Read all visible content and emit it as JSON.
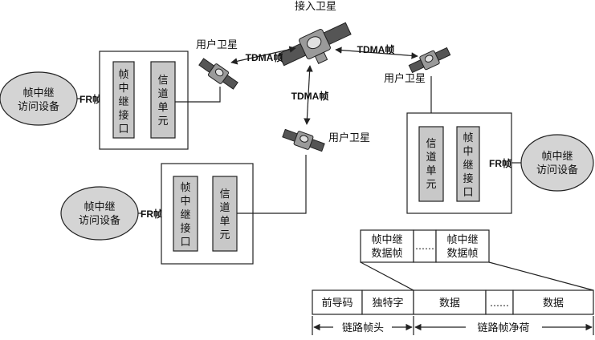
{
  "satellites": {
    "access": "接入卫星",
    "user_left": "用户卫星",
    "user_right": "用户卫星",
    "user_center": "用户卫星"
  },
  "links": {
    "tdma_left": "TDMA帧",
    "tdma_right": "TDMA帧",
    "tdma_center": "TDMA帧",
    "fr_top_left": "FR帧",
    "fr_right": "FR帧",
    "fr_bottom_left": "FR帧"
  },
  "devices": {
    "top_left": [
      "帧中继",
      "访问设备"
    ],
    "right": [
      "帧中继",
      "访问设备"
    ],
    "bottom_left": [
      "帧中继",
      "访问设备"
    ]
  },
  "units": {
    "fr_interface": [
      "帧",
      "中",
      "继",
      "接",
      "口"
    ],
    "channel_unit": [
      "信",
      "道",
      "单",
      "元"
    ]
  },
  "frame_top": {
    "cell1": [
      "帧中继",
      "数据帧"
    ],
    "ellipsis": "……",
    "cell2": [
      "帧中继",
      "数据帧"
    ]
  },
  "frame_bottom": {
    "preamble": "前导码",
    "unique_word": "独特字",
    "data1": "数据",
    "ellipsis": "……",
    "data2": "数据"
  },
  "frame_labels": {
    "header": "链路帧头",
    "payload": "链路帧净荷"
  }
}
